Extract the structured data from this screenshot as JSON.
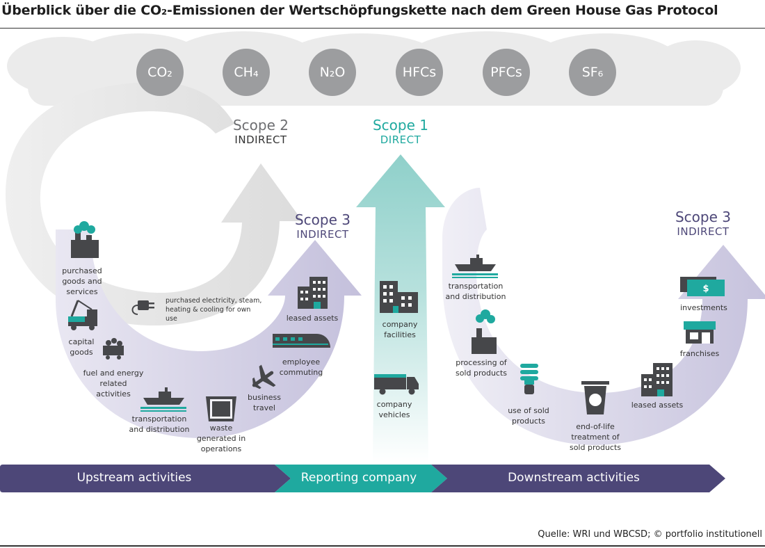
{
  "title": "Überblick über die CO₂-Emissionen der Wertschöpfungskette nach dem Green House Gas Protocol",
  "gases": [
    "CO₂",
    "CH₄",
    "N₂O",
    "HFCs",
    "PFCs",
    "SF₆"
  ],
  "scopes": {
    "scope2": {
      "name": "Scope 2",
      "type": "INDIRECT"
    },
    "scope1": {
      "name": "Scope 1",
      "type": "DIRECT"
    },
    "scope3_up": {
      "name": "Scope 3",
      "type": "INDIRECT"
    },
    "scope3_down": {
      "name": "Scope 3",
      "type": "INDIRECT"
    }
  },
  "upstream_items": {
    "purchased_goods": "purchased goods and services",
    "capital_goods": "capital goods",
    "fuel_energy": "fuel and energy related activities",
    "transportation": "transportation and distribution",
    "waste": "waste generated in operations",
    "business_travel": "business travel",
    "employee_commuting": "employee commuting",
    "leased_assets": "leased assets",
    "purchased_electricity": "purchased electricity, steam, heating & cooling for own use"
  },
  "company_items": {
    "facilities": "company facilities",
    "vehicles": "company vehicles"
  },
  "downstream_items": {
    "transportation": "transportation and distribution",
    "processing": "processing of sold products",
    "use": "use of sold products",
    "end_of_life": "end-of-life treatment of sold products",
    "leased_assets": "leased assets",
    "franchises": "franchises",
    "investments": "investments"
  },
  "bands": {
    "upstream": "Upstream activities",
    "reporting": "Reporting company",
    "downstream": "Downstream activities"
  },
  "source": "Quelle: WRI und WBCSD; © portfolio institutionell",
  "colors": {
    "purple": "#4d4778",
    "teal": "#1fa99f",
    "grey_circle": "#9c9d9f",
    "cloud": "#ebebeb",
    "icon_dark": "#46474a"
  }
}
